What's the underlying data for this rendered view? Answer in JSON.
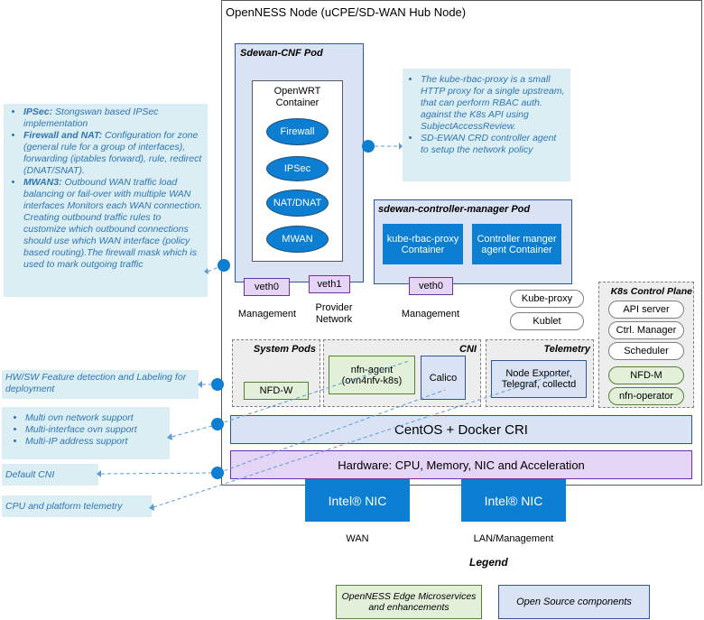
{
  "node_title": "OpenNESS Node (uCPE/SD-WAN Hub Node)",
  "sdewan_pod": {
    "title": "Sdewan-CNF Pod",
    "container_title": "OpenWRT Container",
    "ovals": [
      "Firewall",
      "IPSec",
      "NAT/DNAT",
      "MWAN"
    ],
    "veth0": "veth0",
    "veth1": "veth1"
  },
  "labels": {
    "management_left": "Management",
    "provider_network": "Provider Network",
    "management_right": "Management"
  },
  "controller_pod": {
    "title": "sdewan-controller-manager Pod",
    "proxy_container": "kube-rbac-proxy Container",
    "controller_container": "Controller manger agent Container",
    "veth0": "veth0"
  },
  "right_note": [
    "The kube-rbac-proxy is a small HTTP proxy for a single upstream, that can perform RBAC auth. against the K8s API using SubjectAccessReview.",
    "SD-EWAN CRD controller agent to setup the network policy"
  ],
  "left_note": [
    {
      "bold": "IPSec:",
      "text": " Stongswan based IPSec implementation"
    },
    {
      "bold": "Firewall and NAT:",
      "text": " Configuration for zone (general rule for a group of interfaces), forwarding (iptables forward), rule, redirect (DNAT/SNAT)."
    },
    {
      "bold": "MWAN3:",
      "text": " Outbound WAN traffic load balancing or fail-over with multiple WAN interfaces Monitors each WAN connection. Creating outbound traffic rules to customize which outbound connections should use which WAN interface (policy based routing).The firewall mask which is used to mark outgoing traffic"
    }
  ],
  "kube_proxy": "Kube-proxy",
  "kublet": "Kublet",
  "k8s_control_plane": {
    "title": "K8s Control Plane",
    "items": [
      "API server",
      "Ctrl. Manager",
      "Scheduler"
    ],
    "green_items": [
      "NFD-M",
      "nfn-operator"
    ]
  },
  "system_pods": {
    "title": "System Pods",
    "nfd_w": "NFD-W"
  },
  "cni": {
    "title": "CNI",
    "nfn_agent": "nfn-agent (ovn4nfv-k8s)",
    "calico": "Calico"
  },
  "telemetry": {
    "title": "Telemetry",
    "exporter": "Node Exporter, Telegraf, collectd"
  },
  "centos": "CentOS + Docker CRI",
  "hardware": "Hardware: CPU, Memory, NIC and Acceleration",
  "nics": [
    {
      "name": "Intel® NIC",
      "label": "WAN"
    },
    {
      "name": "Intel® NIC",
      "label": "LAN/Management"
    }
  ],
  "notes": {
    "hw_sw": "HW/SW Feature detection and Labeling for deployment",
    "multi_ovn": [
      "Multi ovn network support",
      "Multi-interface ovn support",
      "Multi-IP address support"
    ],
    "default_cni": "Default CNI",
    "cpu_telemetry": "CPU and platform telemetry"
  },
  "legend": {
    "title": "Legend",
    "green": "OpenNESS Edge Microservices and enhancements",
    "blue": "Open Source components"
  },
  "colors": {
    "accent": "#0c7fd3",
    "note_bg": "#dbeef3",
    "note_text": "#2e75b6",
    "blue_box": "#dae3f3",
    "lavender": "#e5d5f5",
    "green": "#e2f0d9"
  }
}
